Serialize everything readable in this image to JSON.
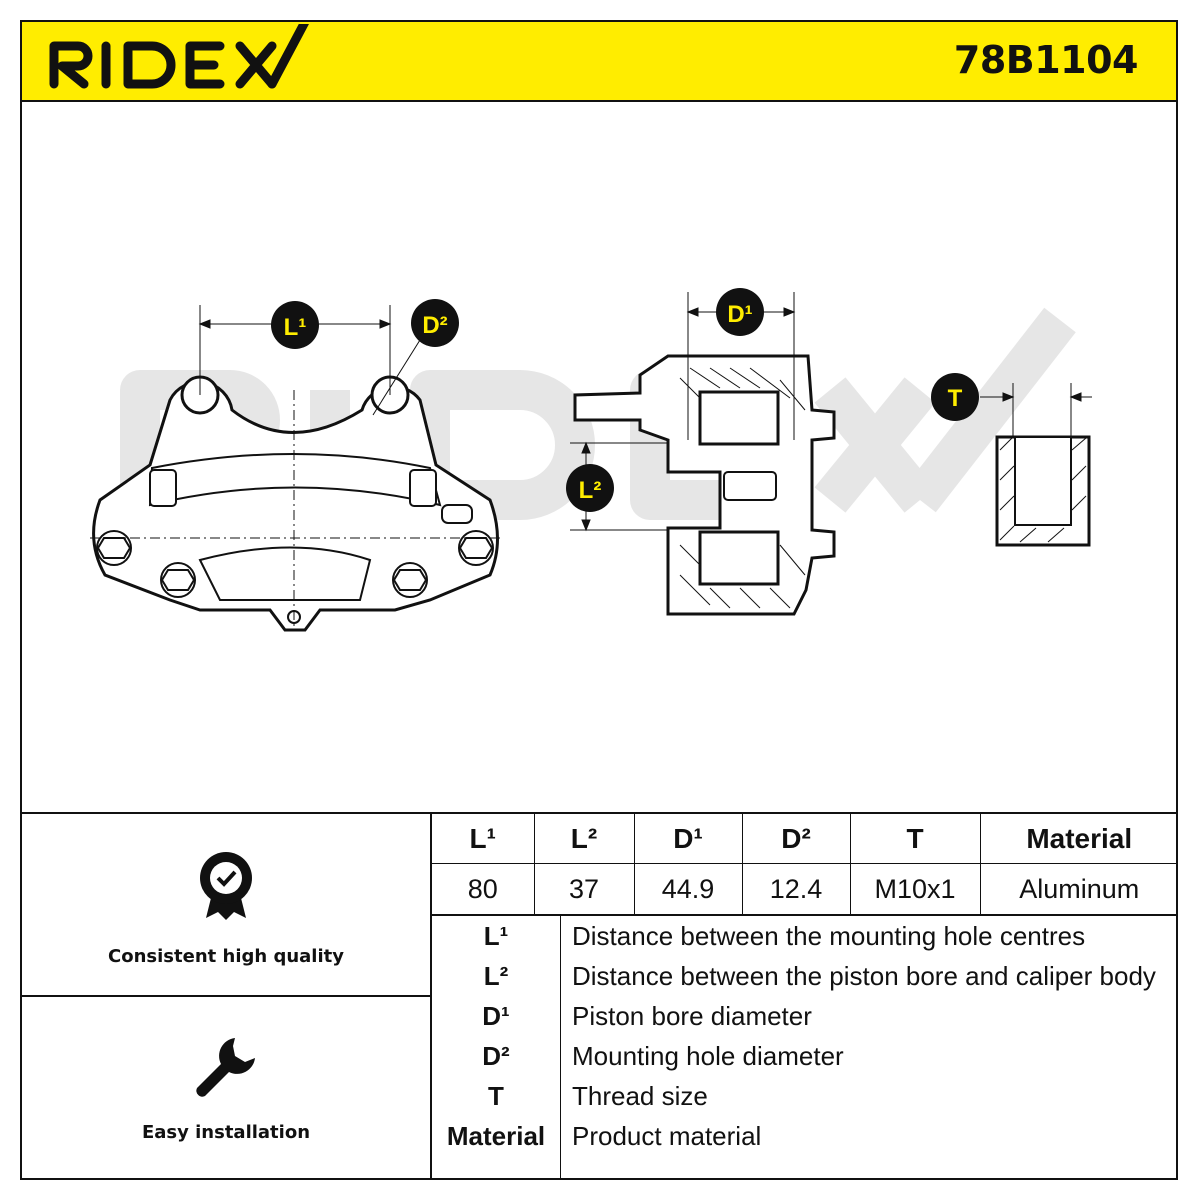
{
  "header": {
    "brand": "RIDEX",
    "part_number": "78B1104",
    "background_color": "#ffed00"
  },
  "drawing": {
    "labels": {
      "l1": "L¹",
      "l2": "L²",
      "d1": "D¹",
      "d2": "D²",
      "t": "T"
    }
  },
  "features": [
    {
      "icon": "quality-badge-icon",
      "label": "Consistent high quality"
    },
    {
      "icon": "wrench-icon",
      "label": "Easy installation"
    }
  ],
  "spec_table": {
    "headers": [
      "L¹",
      "L²",
      "D¹",
      "D²",
      "T",
      "Material"
    ],
    "values": [
      "80",
      "37",
      "44.9",
      "12.4",
      "M10x1",
      "Aluminum"
    ]
  },
  "legend": [
    {
      "key": "L¹",
      "text": "Distance between the mounting hole centres"
    },
    {
      "key": "L²",
      "text": "Distance between the piston bore and caliper body"
    },
    {
      "key": "D¹",
      "text": "Piston bore diameter"
    },
    {
      "key": "D²",
      "text": "Mounting hole diameter"
    },
    {
      "key": "T",
      "text": "Thread size"
    },
    {
      "key": "Material",
      "text": "Product material"
    }
  ]
}
